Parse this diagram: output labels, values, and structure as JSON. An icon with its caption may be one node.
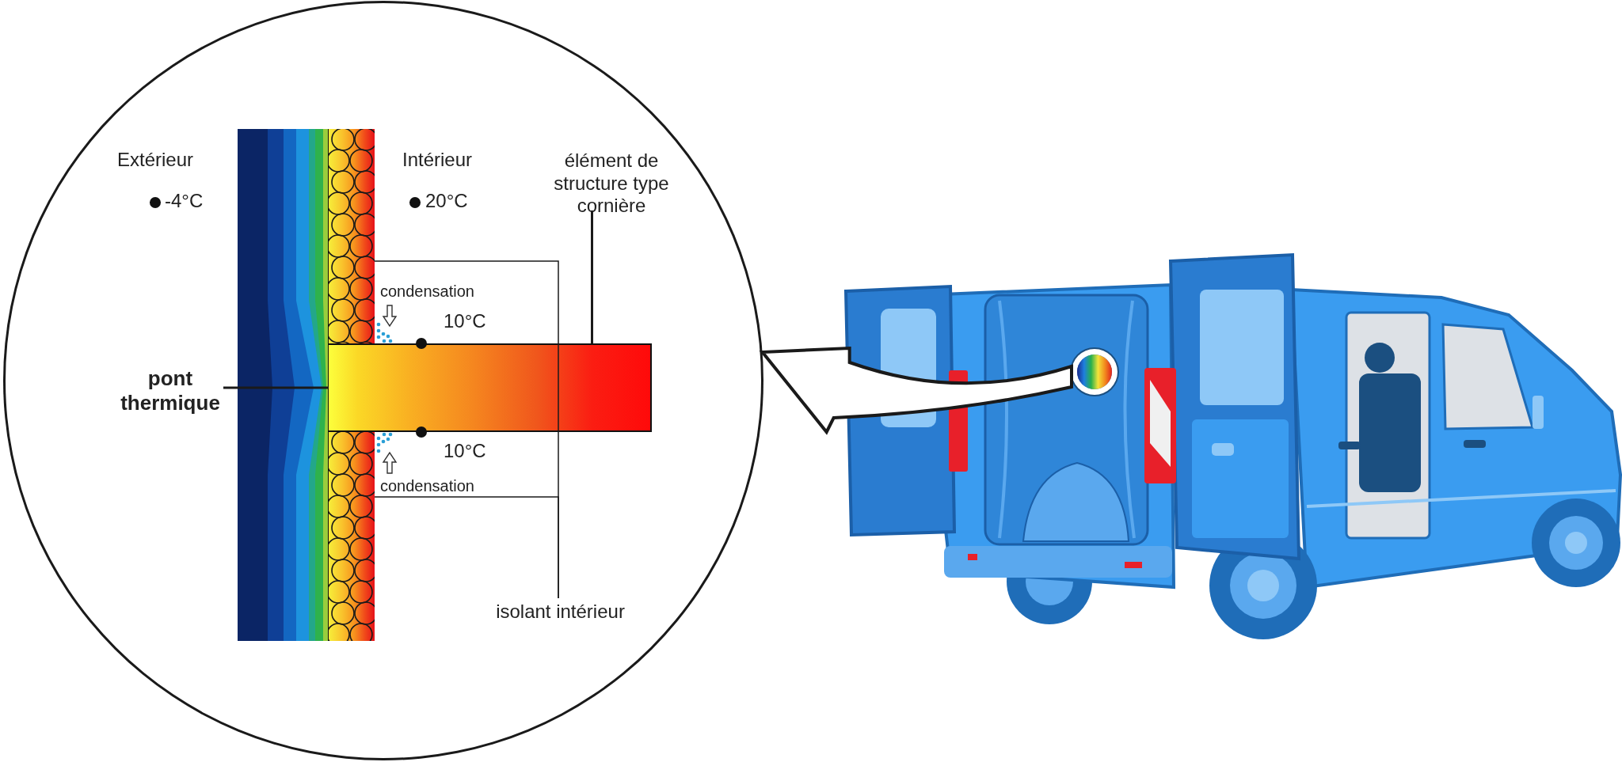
{
  "diagram": {
    "nodes": [
      {
        "text": [],
        "shape": "circle"
      },
      {
        "text": [],
        "shape": "box",
        "in": 0
      },
      {
        "text": [],
        "shape": "bar",
        "in": 0
      },
      {
        "text": [],
        "shape": "box",
        "in": 0
      },
      {
        "text": [
          "élément de structure type cornière"
        ],
        "in": 0
      },
      {
        "text": [
          "pont thermique"
        ],
        "in": 0
      },
      {
        "text": [
          "isolant intérieur"
        ],
        "in": 0
      },
      {
        "text": [],
        "shape": "picture"
      },
      {
        "text": [],
        "shape": "circle",
        "in": 7
      }
    ],
    "edges": [
      {
        "from": 4,
        "to": 2,
        "arrow": "none"
      },
      {
        "from": 5,
        "to": 2,
        "arrow": "none"
      },
      {
        "from": 6,
        "to": 1,
        "arrow": "none"
      },
      {
        "from": 6,
        "to": 3,
        "arrow": "none"
      },
      {
        "from": 8,
        "to": 0,
        "arrow": "to",
        "style": "thick"
      }
    ],
    "labels": [
      "Extérieur",
      "Intérieur",
      "-4°C",
      "20°C",
      "condensation",
      "10°C",
      "10°C",
      "condensation"
    ]
  }
}
